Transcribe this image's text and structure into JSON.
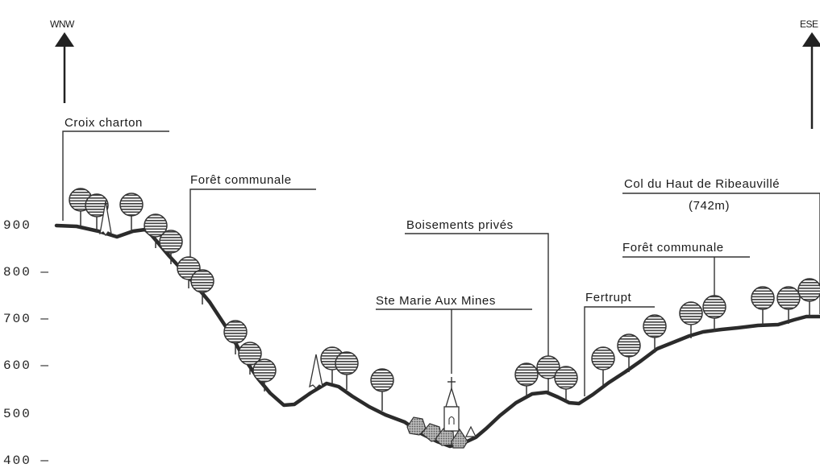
{
  "directions": {
    "left": "WNW",
    "right": "ESE"
  },
  "altitude_axis": [
    "900",
    "800 —",
    "700 —",
    "600 —",
    "500",
    "400 —"
  ],
  "labels": {
    "croix_charton": "Croix charton",
    "foret_communale_west": "Forêt communale",
    "boisements_prives": "Boisements privés",
    "ste_marie": "Ste Marie Aux Mines",
    "fertrupt": "Fertrupt",
    "foret_communale_east": "Forêt communale",
    "col_title": "Col du Haut de Ribeauvillé",
    "col_altitude": "(742m)"
  },
  "colors": {
    "ink": "#2b2b2b",
    "tree_fill": "#cfcfcf"
  },
  "icons": [
    "arrow-up-icon",
    "tree-icon",
    "conifer-icon",
    "church-icon",
    "house-icon"
  ]
}
